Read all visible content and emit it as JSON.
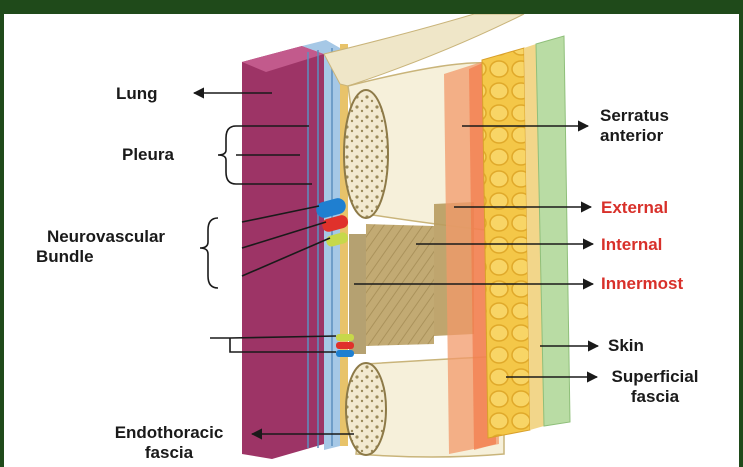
{
  "labels": {
    "lung": "Lung",
    "pleura": "Pleura",
    "neurovascular_line1": "Neurovascular",
    "neurovascular_line2": "Bundle",
    "endothoracic_line1": "Endothoracic",
    "endothoracic_line2": "fascia",
    "serratus_line1": "Serratus",
    "serratus_line2": "anterior",
    "external": "External",
    "internal": "Internal",
    "innermost": "Innermost",
    "skin": "Skin",
    "superficial_line1": "Superficial",
    "superficial_line2": "fascia"
  },
  "colors": {
    "frame": "#1f4a1a",
    "label_text": "#1a1a1a",
    "highlight_text": "#d8302a",
    "lung": "#a8396b",
    "pleura": "#9ec3e3",
    "endothoracic_fascia": "#e8c36a",
    "rib": "#f4ecd0",
    "intercostal_muscle": "#b59b62",
    "serratus_anterior": "#f08a5a",
    "superficial_fascia": "#f2c94c",
    "skin": "#b9dca4",
    "vein": "#1f7fd0",
    "artery": "#e0312b",
    "nerve": "#c7d84a"
  }
}
